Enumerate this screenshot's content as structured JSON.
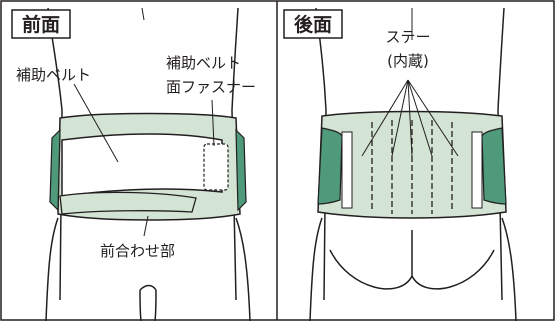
{
  "front_panel": {
    "title": "前面",
    "label_belt": "補助ベルト",
    "label_fastener_line1": "補助ベルト",
    "label_fastener_line2": "面ファスナー",
    "label_front_join": "前合わせ部"
  },
  "back_panel": {
    "title": "後面",
    "label_stays_line1": "ステー",
    "label_stays_line2": "(内蔵)"
  },
  "colors": {
    "band_light": "#d3e3d4",
    "band_dark": "#4e9a7a",
    "line": "#231f20",
    "background": "#ffffff"
  }
}
